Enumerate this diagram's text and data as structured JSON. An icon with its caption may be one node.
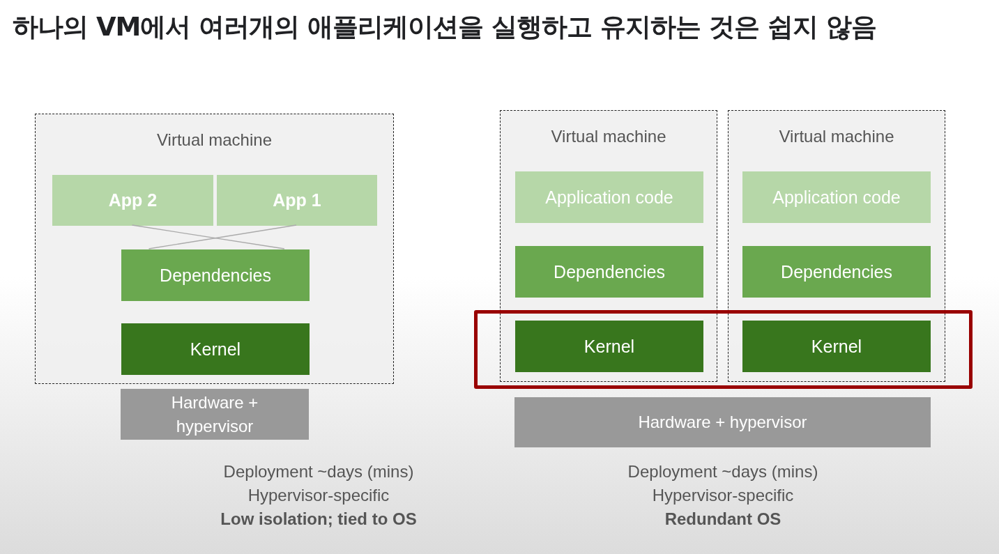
{
  "diagram": {
    "title": "하나의 VM에서 여러개의 애플리케이션을 실행하고 유지하는 것은 쉽지 않음",
    "nodes": [
      {
        "text": [
          "Virtual machine"
        ]
      },
      {
        "text": [
          "App 2"
        ],
        "in": 0
      },
      {
        "text": [
          "App 1"
        ],
        "in": 0
      },
      {
        "text": [
          "Dependencies"
        ],
        "in": 0
      },
      {
        "text": [
          "Kernel"
        ],
        "in": 0
      },
      {
        "text": [
          "Hardware + hypervisor"
        ]
      },
      {
        "text": [
          "Virtual machine"
        ]
      },
      {
        "text": [
          "Application code"
        ],
        "in": 6
      },
      {
        "text": [
          "Dependencies"
        ],
        "in": 6
      },
      {
        "text": [
          "Kernel"
        ],
        "in": 6
      },
      {
        "text": [
          "Virtual machine"
        ]
      },
      {
        "text": [
          "Application code"
        ],
        "in": 10
      },
      {
        "text": [
          "Dependencies"
        ],
        "in": 10
      },
      {
        "text": [
          "Kernel"
        ],
        "in": 10
      },
      {
        "text": [
          "Hardware + hypervisor"
        ]
      }
    ],
    "edges": [
      {
        "from": 1,
        "to": 3,
        "arrow": "none"
      },
      {
        "from": 2,
        "to": 3,
        "arrow": "none"
      }
    ],
    "labels": [
      "Deployment ~days (mins)",
      "Hypervisor-specific",
      "Low isolation; tied to OS",
      "Deployment ~days (mins)",
      "Hypervisor-specific",
      "Redundant OS"
    ]
  }
}
